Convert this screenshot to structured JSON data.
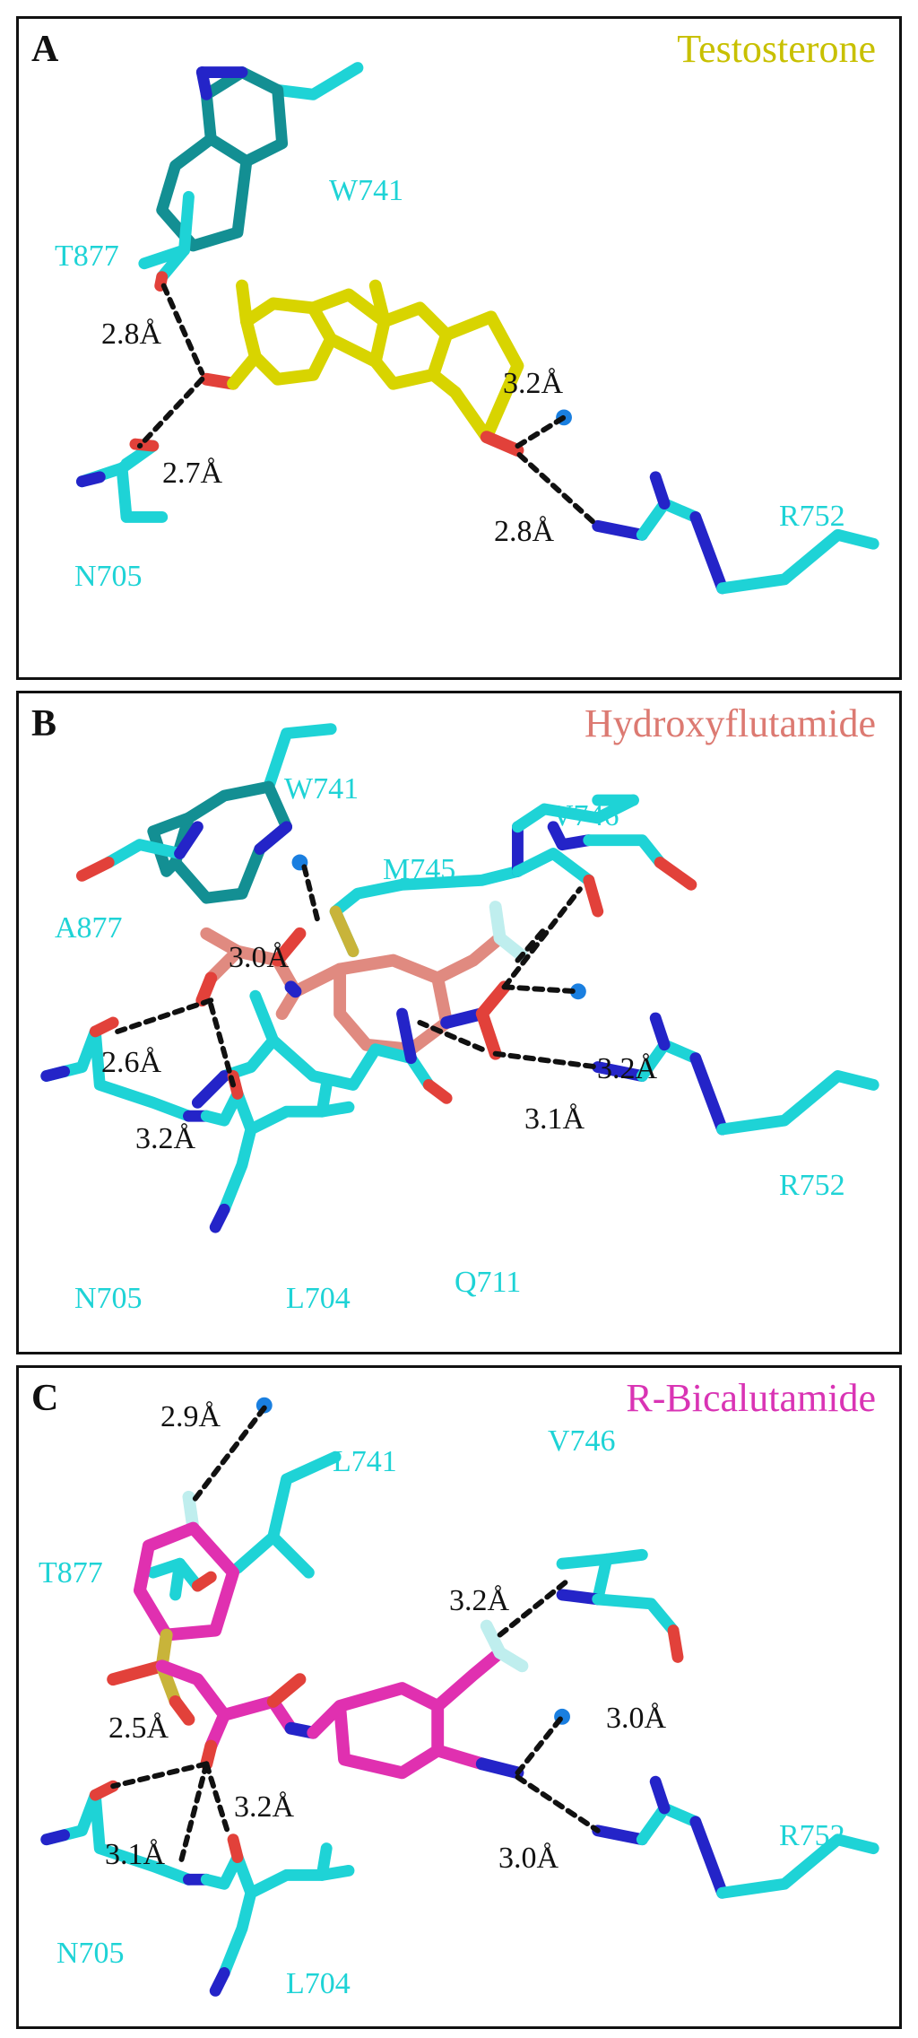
{
  "colors": {
    "residue_carbon": "#1ed3d6",
    "nitrogen": "#2424c8",
    "oxygen": "#e2413a",
    "sulfur": "#c8b43a",
    "fluorine": "#bfeeee",
    "water": "#1a7fe0",
    "testosterone": "#d8d400",
    "hydroxyflutamide": "#e08a80",
    "bicalutamide": "#e030b0",
    "hbond": "#111111"
  },
  "panels": [
    {
      "id": "A",
      "letter": "A",
      "ligand": "Testosterone",
      "ligand_color": "#c8c000",
      "residues": [
        "W741",
        "T877",
        "N705",
        "R752"
      ],
      "distances": [
        "2.8Å",
        "2.7Å",
        "3.2Å",
        "2.8Å"
      ]
    },
    {
      "id": "B",
      "letter": "B",
      "ligand": "Hydroxyflutamide",
      "ligand_color": "#dc7a72",
      "residues": [
        "W741",
        "V746",
        "M745",
        "A877",
        "R752",
        "N705",
        "L704",
        "Q711"
      ],
      "distances": [
        "3.0Å",
        "2.6Å",
        "3.2Å",
        "3.2Å",
        "3.1Å"
      ]
    },
    {
      "id": "C",
      "letter": "C",
      "ligand": "R-Bicalutamide",
      "ligand_color": "#d934b4",
      "residues": [
        "L741",
        "V746",
        "T877",
        "R752",
        "N705",
        "L704"
      ],
      "distances": [
        "2.9Å",
        "3.2Å",
        "2.5Å",
        "3.0Å",
        "3.1Å",
        "3.2Å",
        "3.0Å"
      ]
    }
  ]
}
